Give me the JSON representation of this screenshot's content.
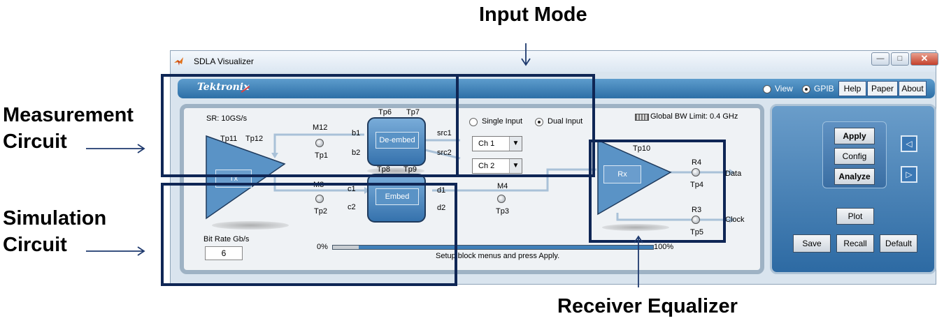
{
  "callouts": {
    "input_mode": "Input Mode",
    "measurement_line1": "Measurement",
    "measurement_line2": "Circuit",
    "simulation_line1": "Simulation",
    "simulation_line2": "Circuit",
    "receiver": "Receiver Equalizer"
  },
  "window": {
    "title": "SDLA Visualizer",
    "minimize": "—",
    "maximize": "□",
    "close": "✕"
  },
  "banner": {
    "brand": "Tektronix",
    "view_label": "View",
    "gpib_label": "GPIB",
    "selected_mode": "GPIB",
    "help": "Help",
    "paper": "Paper",
    "about": "About"
  },
  "main": {
    "sample_rate": "SR: 10GS/s",
    "tx_label": "Tx",
    "tp11": "Tp11",
    "tp12": "Tp12",
    "m12": "M12",
    "tp1": "Tp1",
    "b1": "b1",
    "b2": "b2",
    "tp6": "Tp6",
    "tp7": "Tp7",
    "deembed": "De-embed",
    "src1": "src1",
    "src2": "src2",
    "m3": "M3",
    "tp2": "Tp2",
    "c1": "c1",
    "c2": "c2",
    "tp8": "Tp8",
    "tp9": "Tp9",
    "embed": "Embed",
    "d1": "d1",
    "d2": "d2",
    "m4": "M4",
    "tp3": "Tp3",
    "single_input": "Single Input",
    "dual_input": "Dual Input",
    "selected_input": "Dual Input",
    "ch1": "Ch 1",
    "ch2": "Ch 2",
    "global_bw": "Global BW Limit: 0.4 GHz",
    "rx_label": "Rx",
    "tp10": "Tp10",
    "r4": "R4",
    "tp4": "Tp4",
    "data": "Data",
    "r3": "R3",
    "tp5": "Tp5",
    "clock": "Clock",
    "bitrate_label": "Bit Rate Gb/s",
    "bitrate_value": "6",
    "progress_start": "0%",
    "progress_end": "100%",
    "progress_fraction": 0.08,
    "status": "Setup block menus and press Apply."
  },
  "side": {
    "apply": "Apply",
    "config": "Config",
    "analyze": "Analyze",
    "nav_left": "◁",
    "nav_right": "▷",
    "plot": "Plot",
    "save": "Save",
    "recall": "Recall",
    "default": "Default"
  },
  "colors": {
    "highlight_box": "#0f2655",
    "block_fill": "#4f89c0",
    "signal_line": "#a9c1d8"
  }
}
